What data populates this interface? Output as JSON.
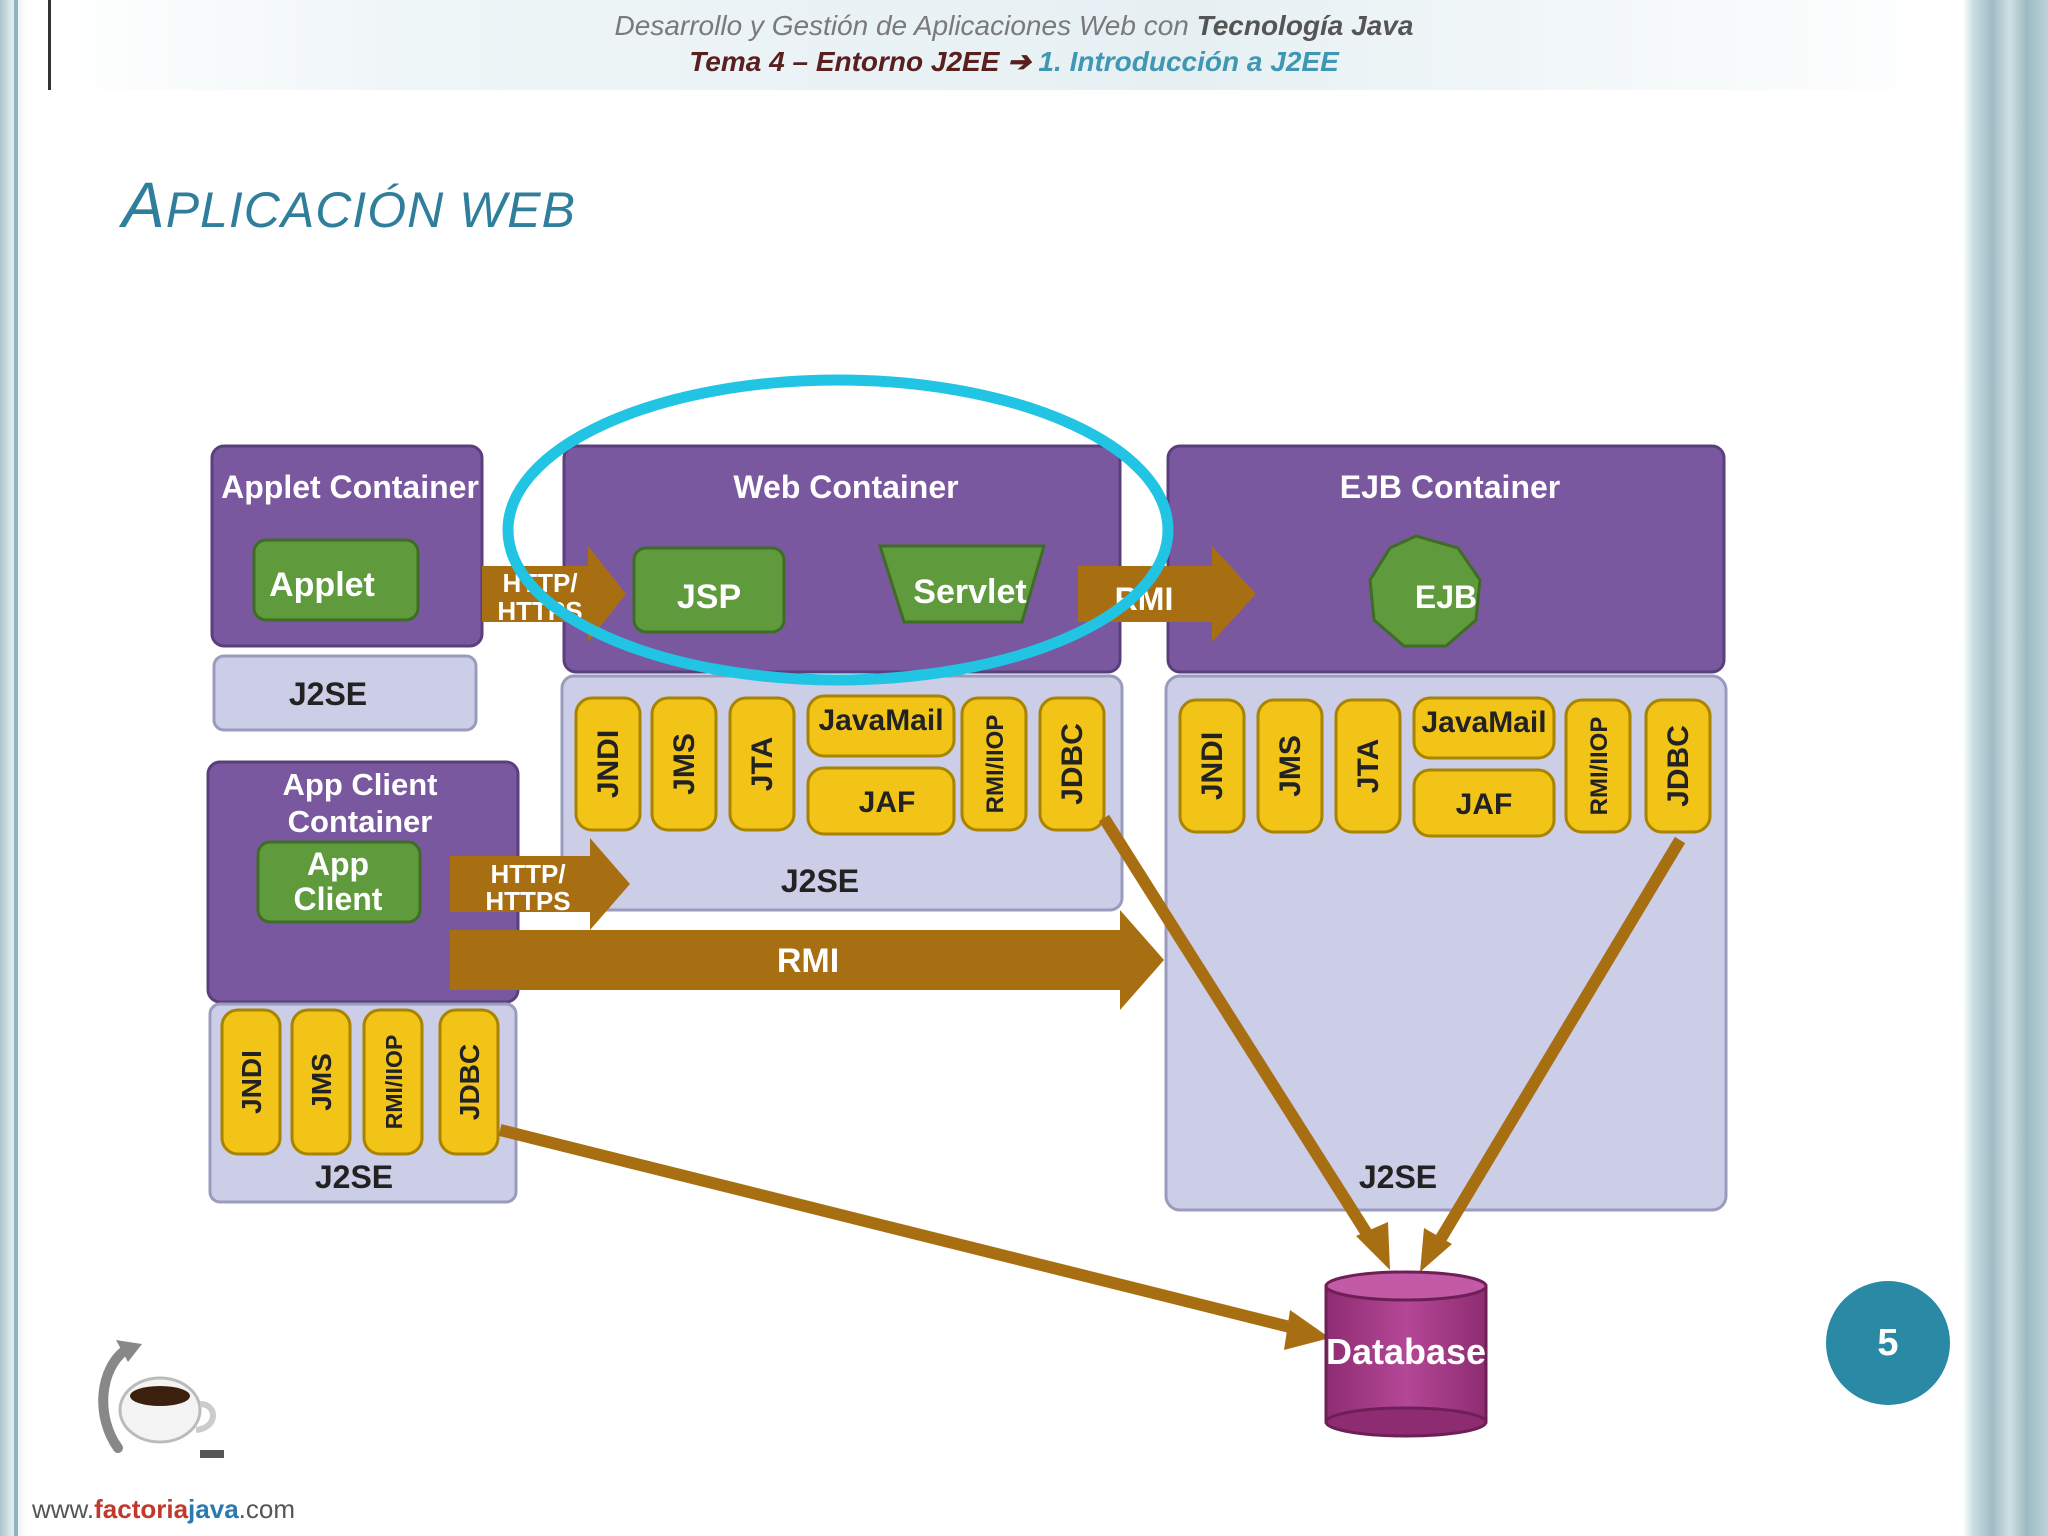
{
  "header": {
    "line1_prefix": "Desarrollo y Gestión de Aplicaciones Web con ",
    "line1_bold": "Tecnología Java",
    "line2_prefix": "Tema 4 – Entorno J2EE ",
    "line2_arrow": "➔",
    "line2_highlight": " 1. Introducción a J2EE"
  },
  "slide": {
    "title_cap": "A",
    "title_rest": "PLICACIÓN WEB",
    "page_number": "5"
  },
  "footer": {
    "site_prefix": "www.",
    "site_a": "factoria",
    "site_b": "java",
    "site_suffix": ".com"
  },
  "colors": {
    "container_purple": "#7a58a0",
    "j2se_lavender": "#cccde6",
    "component_green": "#5f9a3d",
    "api_yellow": "#f2c418",
    "arrow_brown": "#a86f12",
    "highlight_cyan": "#22c4e4",
    "database_magenta": "#a23a85"
  },
  "diagram": {
    "applet_container": {
      "title": "Applet Container",
      "component": "Applet",
      "platform": "J2SE"
    },
    "app_client_container": {
      "title_line1": "App Client",
      "title_line2": "Container",
      "component_line1": "App",
      "component_line2": "Client",
      "apis": [
        "JNDI",
        "JMS",
        "RMI/IIOP",
        "JDBC"
      ],
      "platform": "J2SE"
    },
    "web_container": {
      "title": "Web Container",
      "components": [
        "JSP",
        "Servlet"
      ],
      "apis_vertical": [
        "JNDI",
        "JMS",
        "JTA"
      ],
      "api_top": "JavaMail",
      "api_bottom": "JAF",
      "apis_vertical_right": [
        "RMI/IIOP",
        "JDBC"
      ],
      "platform": "J2SE"
    },
    "ejb_container": {
      "title": "EJB Container",
      "component": "EJB",
      "apis_vertical": [
        "JNDI",
        "JMS",
        "JTA"
      ],
      "api_top": "JavaMail",
      "api_bottom": "JAF",
      "apis_vertical_right": [
        "RMI/IIOP",
        "JDBC"
      ],
      "platform": "J2SE"
    },
    "arrows": {
      "applet_to_web_l1": "HTTP/",
      "applet_to_web_l2": "HTTPS",
      "client_to_web_l1": "HTTP/",
      "client_to_web_l2": "HTTPS",
      "web_to_ejb": "RMI",
      "client_to_ejb": "RMI"
    },
    "database": "Database"
  }
}
